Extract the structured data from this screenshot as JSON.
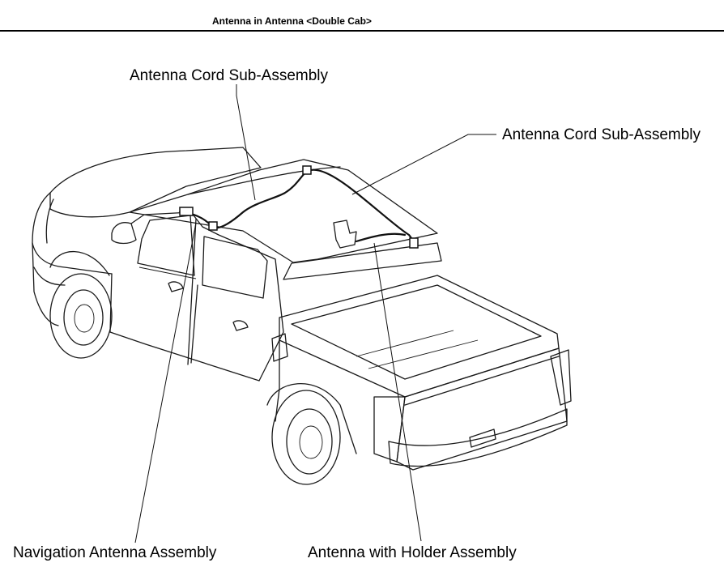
{
  "header": {
    "title": "Antenna in Antenna <Double Cab>"
  },
  "callouts": {
    "cord_top": "Antenna Cord Sub-Assembly",
    "cord_right": "Antenna Cord Sub-Assembly",
    "navigation": "Navigation Antenna Assembly",
    "holder": "Antenna with Holder Assembly"
  }
}
